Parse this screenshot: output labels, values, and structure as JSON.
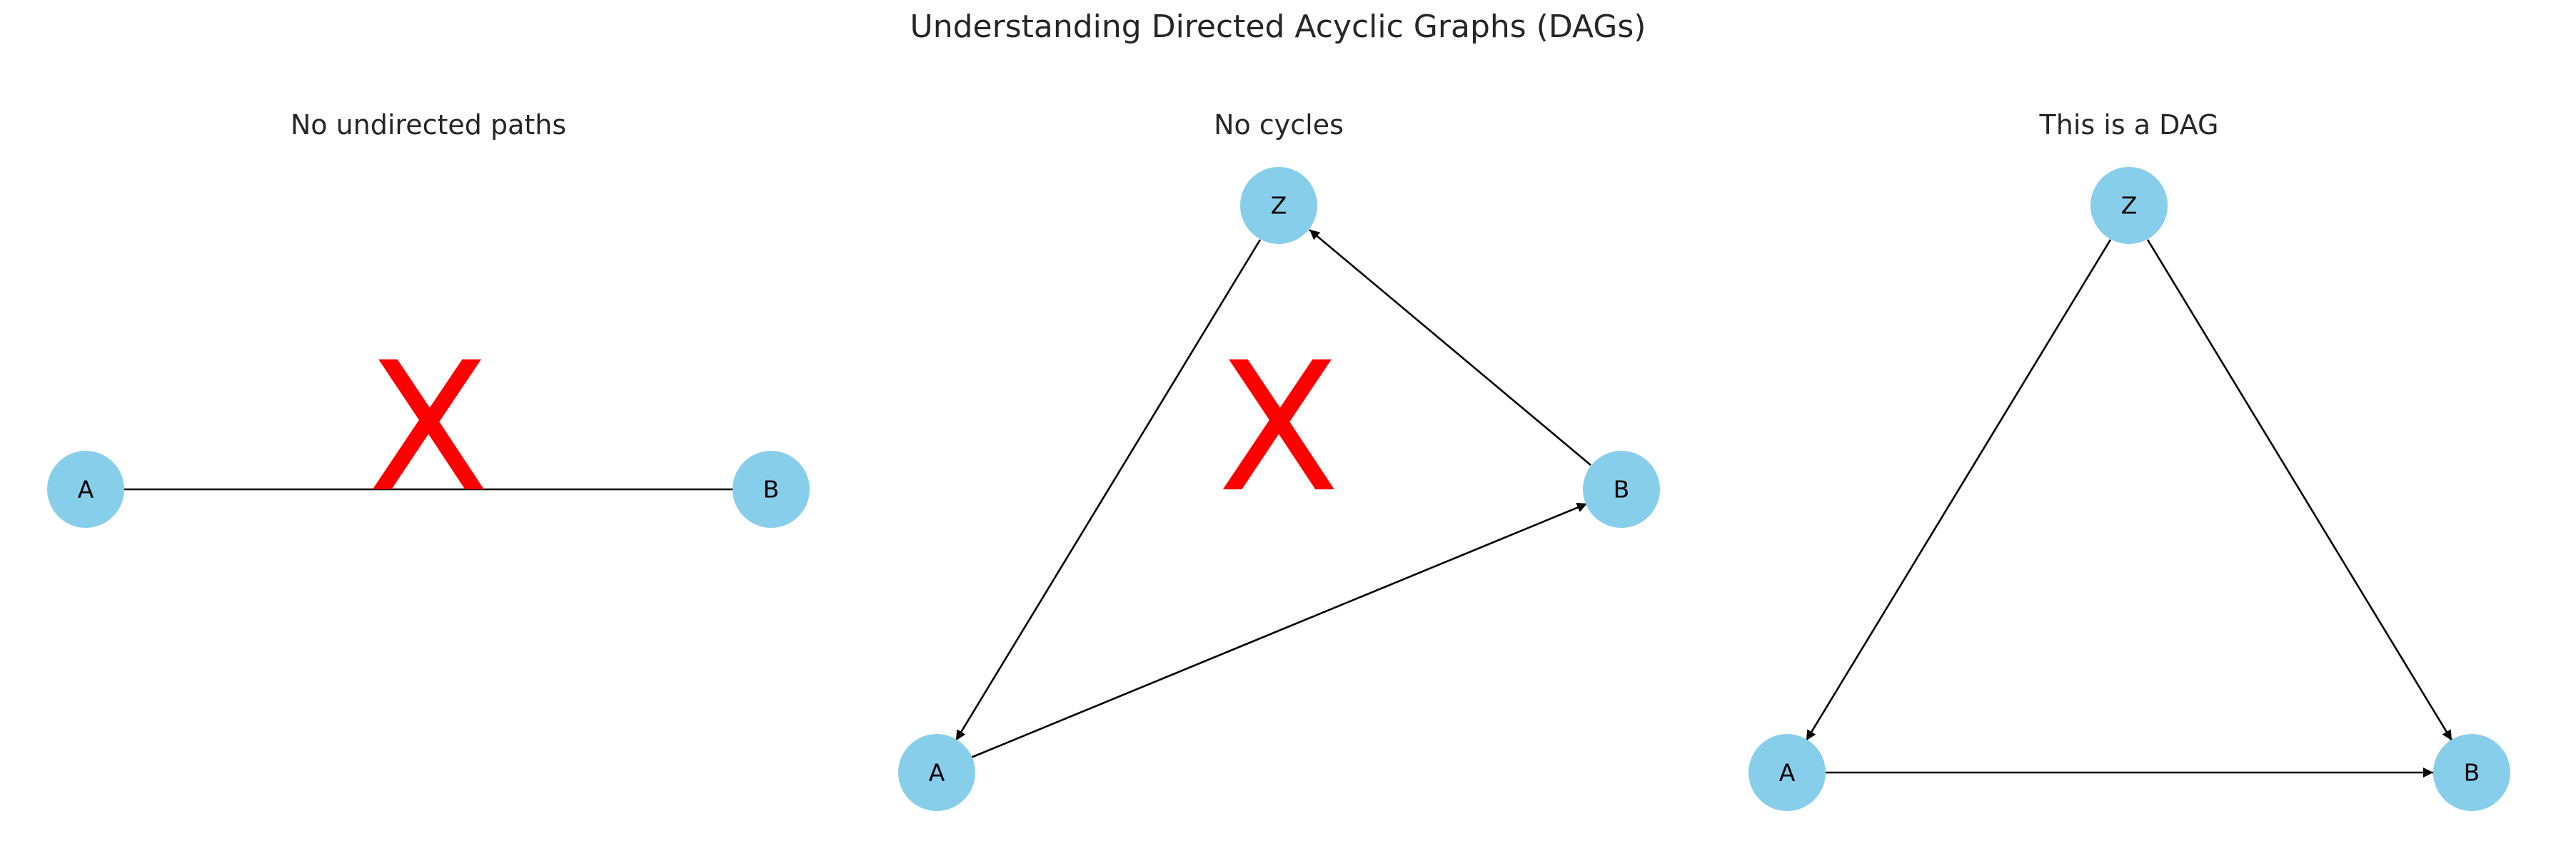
{
  "figure": {
    "title": "Understanding Directed Acyclic Graphs (DAGs)"
  },
  "colors": {
    "node_fill": "#87ceeb",
    "edge": "#000000",
    "cross": "#ff0000",
    "text": "#262626"
  },
  "panels": [
    {
      "title": "No undirected paths",
      "nodes": [
        {
          "label": "A"
        },
        {
          "label": "B"
        }
      ],
      "edges": [
        {
          "from": "A",
          "to": "B",
          "directed": false
        }
      ],
      "cross": "X"
    },
    {
      "title": "No cycles",
      "nodes": [
        {
          "label": "Z"
        },
        {
          "label": "B"
        },
        {
          "label": "A"
        }
      ],
      "edges": [
        {
          "from": "Z",
          "to": "A",
          "directed": true
        },
        {
          "from": "A",
          "to": "B",
          "directed": true
        },
        {
          "from": "B",
          "to": "Z",
          "directed": true
        }
      ],
      "cross": "X"
    },
    {
      "title": "This is a DAG",
      "nodes": [
        {
          "label": "Z"
        },
        {
          "label": "A"
        },
        {
          "label": "B"
        }
      ],
      "edges": [
        {
          "from": "Z",
          "to": "A",
          "directed": true
        },
        {
          "from": "Z",
          "to": "B",
          "directed": true
        },
        {
          "from": "A",
          "to": "B",
          "directed": true
        }
      ],
      "cross": ""
    }
  ]
}
